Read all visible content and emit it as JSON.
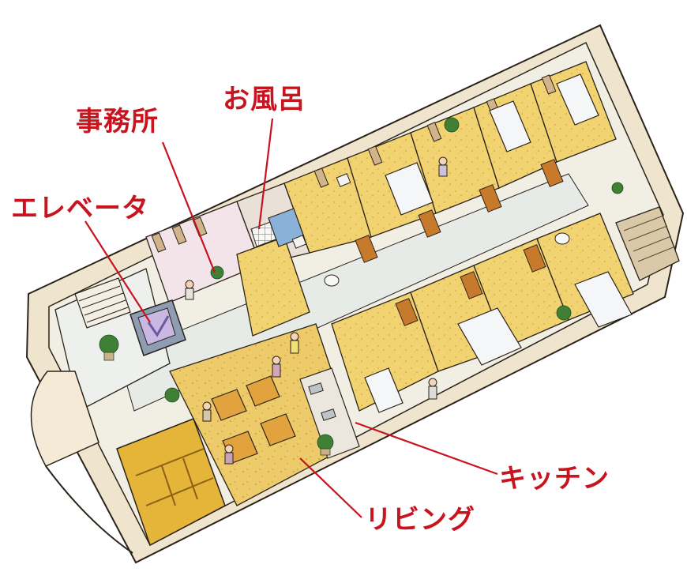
{
  "labels": {
    "office": "事務所",
    "bath": "お風呂",
    "elevator": "エレベータ",
    "kitchen": "キッチン",
    "living": "リビング"
  },
  "colors": {
    "label_text": "#c8141e",
    "leader_line": "#c8141e",
    "wall_top": "#faf3e4",
    "wall_side": "#e9dcc3",
    "floor_room": "#f2d372",
    "floor_living": "#eecb6a",
    "floor_corridor": "#e8ece9",
    "floor_office": "#f3e4ea",
    "outline": "#2b2319",
    "window": "#d2b48c",
    "door": "#c87a2c",
    "bed": "#f4f6f8",
    "plant": "#3f7f36"
  },
  "icons": [
    "bed-icon",
    "table-icon",
    "plant-icon",
    "person-icon",
    "toilet-icon",
    "stairs-icon",
    "elevator-icon",
    "tatami-icon",
    "bathtub-icon",
    "sink-icon"
  ]
}
